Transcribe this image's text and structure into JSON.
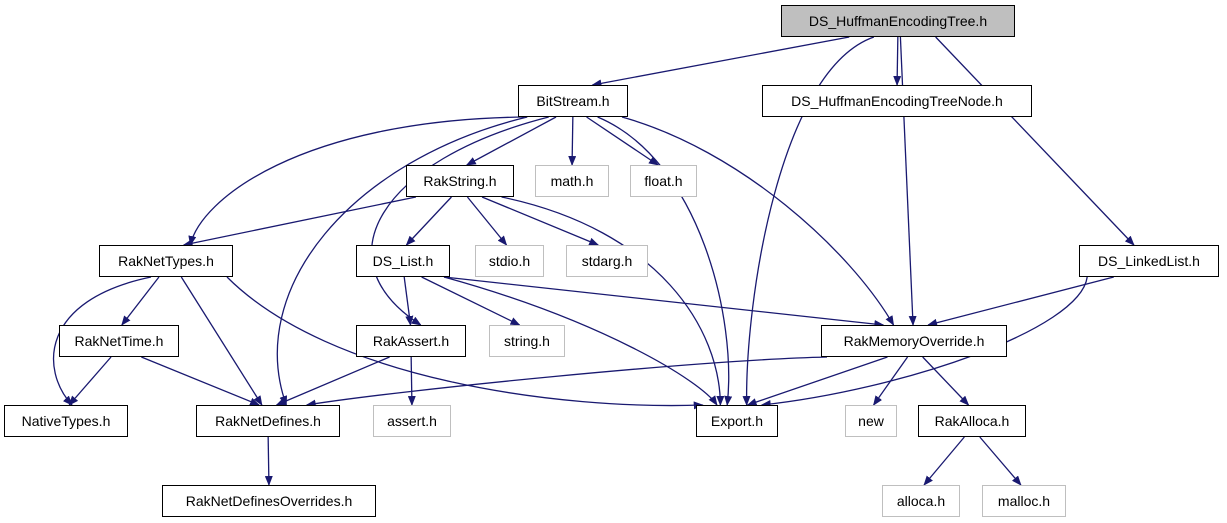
{
  "nodes": [
    {
      "id": "root",
      "label": "DS_HuffmanEncodingTree.h",
      "style": "root"
    },
    {
      "id": "bitstream",
      "label": "BitStream.h",
      "style": "normal"
    },
    {
      "id": "treenode",
      "label": "DS_HuffmanEncodingTreeNode.h",
      "style": "normal"
    },
    {
      "id": "linkedlist",
      "label": "DS_LinkedList.h",
      "style": "normal"
    },
    {
      "id": "rakstring",
      "label": "RakString.h",
      "style": "normal"
    },
    {
      "id": "math",
      "label": "math.h",
      "style": "external"
    },
    {
      "id": "float",
      "label": "float.h",
      "style": "external"
    },
    {
      "id": "raknettypes",
      "label": "RakNetTypes.h",
      "style": "normal"
    },
    {
      "id": "dslist",
      "label": "DS_List.h",
      "style": "normal"
    },
    {
      "id": "stdio",
      "label": "stdio.h",
      "style": "external"
    },
    {
      "id": "stdarg",
      "label": "stdarg.h",
      "style": "external"
    },
    {
      "id": "raknettime",
      "label": "RakNetTime.h",
      "style": "normal"
    },
    {
      "id": "rakassert",
      "label": "RakAssert.h",
      "style": "normal"
    },
    {
      "id": "string",
      "label": "string.h",
      "style": "external"
    },
    {
      "id": "rakmemory",
      "label": "RakMemoryOverride.h",
      "style": "normal"
    },
    {
      "id": "nativetypes",
      "label": "NativeTypes.h",
      "style": "normal"
    },
    {
      "id": "raknetdefines",
      "label": "RakNetDefines.h",
      "style": "normal"
    },
    {
      "id": "assert",
      "label": "assert.h",
      "style": "external"
    },
    {
      "id": "export",
      "label": "Export.h",
      "style": "normal"
    },
    {
      "id": "new",
      "label": "new",
      "style": "external"
    },
    {
      "id": "rakalloca",
      "label": "RakAlloca.h",
      "style": "normal"
    },
    {
      "id": "overrides",
      "label": "RakNetDefinesOverrides.h",
      "style": "normal"
    },
    {
      "id": "alloca",
      "label": "alloca.h",
      "style": "external"
    },
    {
      "id": "malloc",
      "label": "malloc.h",
      "style": "external"
    }
  ],
  "edges": [
    [
      "root",
      "bitstream"
    ],
    [
      "root",
      "treenode"
    ],
    [
      "root",
      "linkedlist"
    ],
    [
      "root",
      "export"
    ],
    [
      "root",
      "rakmemory"
    ],
    [
      "bitstream",
      "rakstring"
    ],
    [
      "bitstream",
      "math"
    ],
    [
      "bitstream",
      "float"
    ],
    [
      "bitstream",
      "raknettypes"
    ],
    [
      "bitstream",
      "raknetdefines"
    ],
    [
      "bitstream",
      "rakassert"
    ],
    [
      "bitstream",
      "export"
    ],
    [
      "bitstream",
      "rakmemory"
    ],
    [
      "rakstring",
      "raknettypes"
    ],
    [
      "rakstring",
      "dslist"
    ],
    [
      "rakstring",
      "stdio"
    ],
    [
      "rakstring",
      "stdarg"
    ],
    [
      "rakstring",
      "export"
    ],
    [
      "raknettypes",
      "nativetypes"
    ],
    [
      "raknettypes",
      "raknettime"
    ],
    [
      "raknettypes",
      "raknetdefines"
    ],
    [
      "raknettypes",
      "export"
    ],
    [
      "raknettime",
      "nativetypes"
    ],
    [
      "raknettime",
      "raknetdefines"
    ],
    [
      "dslist",
      "rakassert"
    ],
    [
      "dslist",
      "string"
    ],
    [
      "dslist",
      "rakmemory"
    ],
    [
      "dslist",
      "export"
    ],
    [
      "rakassert",
      "assert"
    ],
    [
      "rakassert",
      "raknetdefines"
    ],
    [
      "rakmemory",
      "export"
    ],
    [
      "rakmemory",
      "new"
    ],
    [
      "rakmemory",
      "rakalloca"
    ],
    [
      "rakmemory",
      "raknetdefines"
    ],
    [
      "linkedlist",
      "rakmemory"
    ],
    [
      "linkedlist",
      "export"
    ],
    [
      "raknetdefines",
      "overrides"
    ],
    [
      "rakalloca",
      "alloca"
    ],
    [
      "rakalloca",
      "malloc"
    ]
  ],
  "colors": {
    "root_fill": "#bfbfbf",
    "node_border": "#000000",
    "external_border": "#bfbfbf",
    "edge": "#191970",
    "text": "#000000"
  }
}
